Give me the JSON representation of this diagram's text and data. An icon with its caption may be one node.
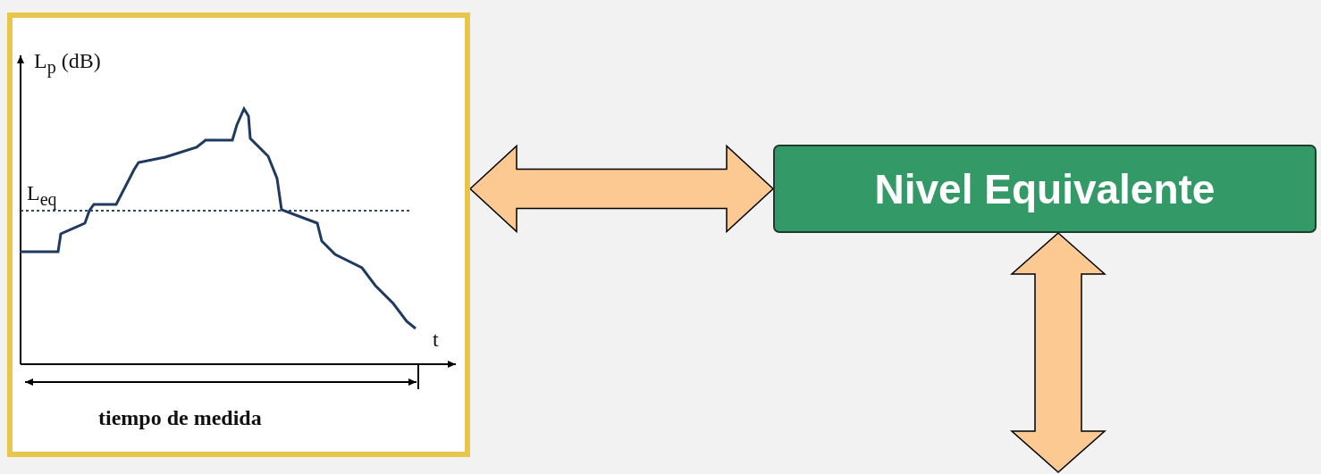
{
  "diagram": {
    "nodes": [
      {
        "text": [],
        "shape": "picture"
      },
      {
        "text": [
          "Nivel Equivalente"
        ]
      }
    ],
    "edges": [
      {
        "from": 0,
        "to": 1,
        "arrow": "both"
      },
      {
        "from": 1,
        "to": null,
        "arrow": "both"
      }
    ],
    "labels": [
      "L$_{p}$ (dB)",
      "L$_{eq}$",
      "t",
      "tiempo de medida"
    ]
  }
}
